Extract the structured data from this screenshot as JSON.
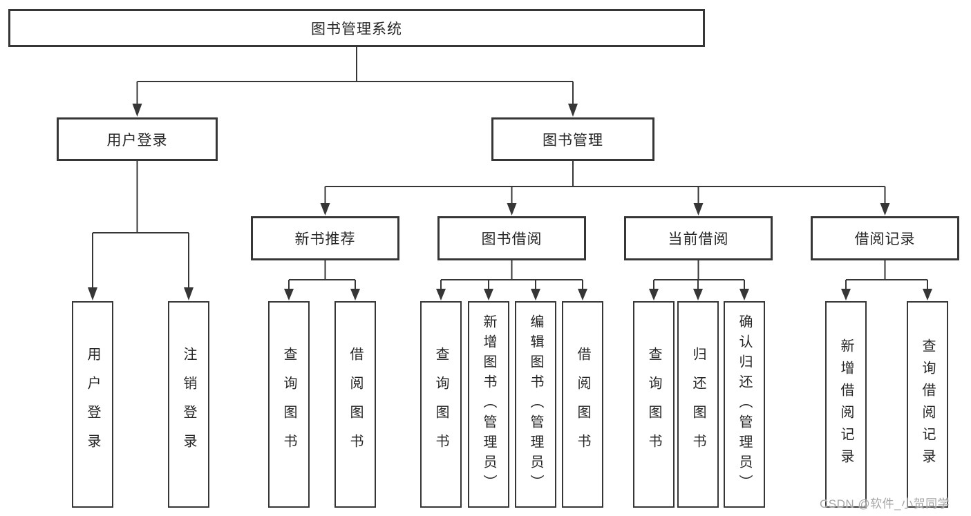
{
  "diagram_title": "图书管理系统",
  "tree": {
    "root": {
      "label": "图书管理系统"
    },
    "branches": [
      {
        "label": "用户登录",
        "children": [
          {
            "label": "用户登录"
          },
          {
            "label": "注销登录"
          }
        ]
      },
      {
        "label": "图书管理",
        "children": [
          {
            "label": "新书推荐",
            "children": [
              {
                "label": "查询图书"
              },
              {
                "label": "借阅图书"
              }
            ]
          },
          {
            "label": "图书借阅",
            "children": [
              {
                "label": "查询图书"
              },
              {
                "label": "新增图书（管理员）"
              },
              {
                "label": "编辑图书（管理员）"
              },
              {
                "label": "借阅图书"
              }
            ]
          },
          {
            "label": "当前借阅",
            "children": [
              {
                "label": "查询图书"
              },
              {
                "label": "归还图书"
              },
              {
                "label": "确认归还（管理员）"
              }
            ]
          },
          {
            "label": "借阅记录",
            "children": [
              {
                "label": "新增借阅记录"
              },
              {
                "label": "查询借阅记录"
              }
            ]
          }
        ]
      }
    ]
  },
  "watermark": "CSDN @软件_小贺同学",
  "colors": {
    "line": "#363636",
    "text": "#262626",
    "watermark": "#a6a6a6",
    "background": "#ffffff"
  }
}
